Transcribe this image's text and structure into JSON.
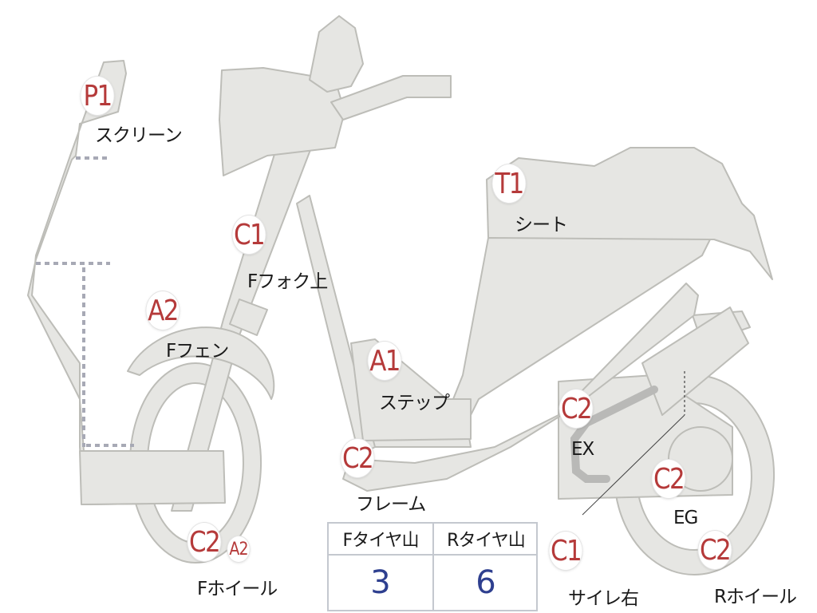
{
  "parts": {
    "screen": {
      "code": "P1",
      "name": "スクリーン"
    },
    "seat": {
      "code": "T1",
      "name": "シート"
    },
    "fork_upper": {
      "code": "C1",
      "name": "Fフォク上"
    },
    "front_fender": {
      "code": "A2",
      "name": "Fフェン"
    },
    "step": {
      "code": "A1",
      "name": "ステップ"
    },
    "exhaust": {
      "code": "C2",
      "name": "EX"
    },
    "frame": {
      "code": "C2",
      "name": "フレーム"
    },
    "engine": {
      "code": "C2",
      "name": "EG"
    },
    "front_wheel": {
      "code": "C2",
      "code2": "A2",
      "name": "Fホイール"
    },
    "muffler_r": {
      "code": "C1",
      "name": "サイレ右"
    },
    "rear_wheel": {
      "code": "C2",
      "name": "Rホイール"
    }
  },
  "tire_tread": {
    "front_label": "Fタイヤ山",
    "rear_label": "Rタイヤ山",
    "front_value": "3",
    "rear_value": "6"
  },
  "colors": {
    "part_fill": "#e6e6e3",
    "part_stroke": "#bdbdb8",
    "code_red": "#b53a3a",
    "value_blue": "#2e3f8f",
    "table_border": "#c4c8cf"
  }
}
